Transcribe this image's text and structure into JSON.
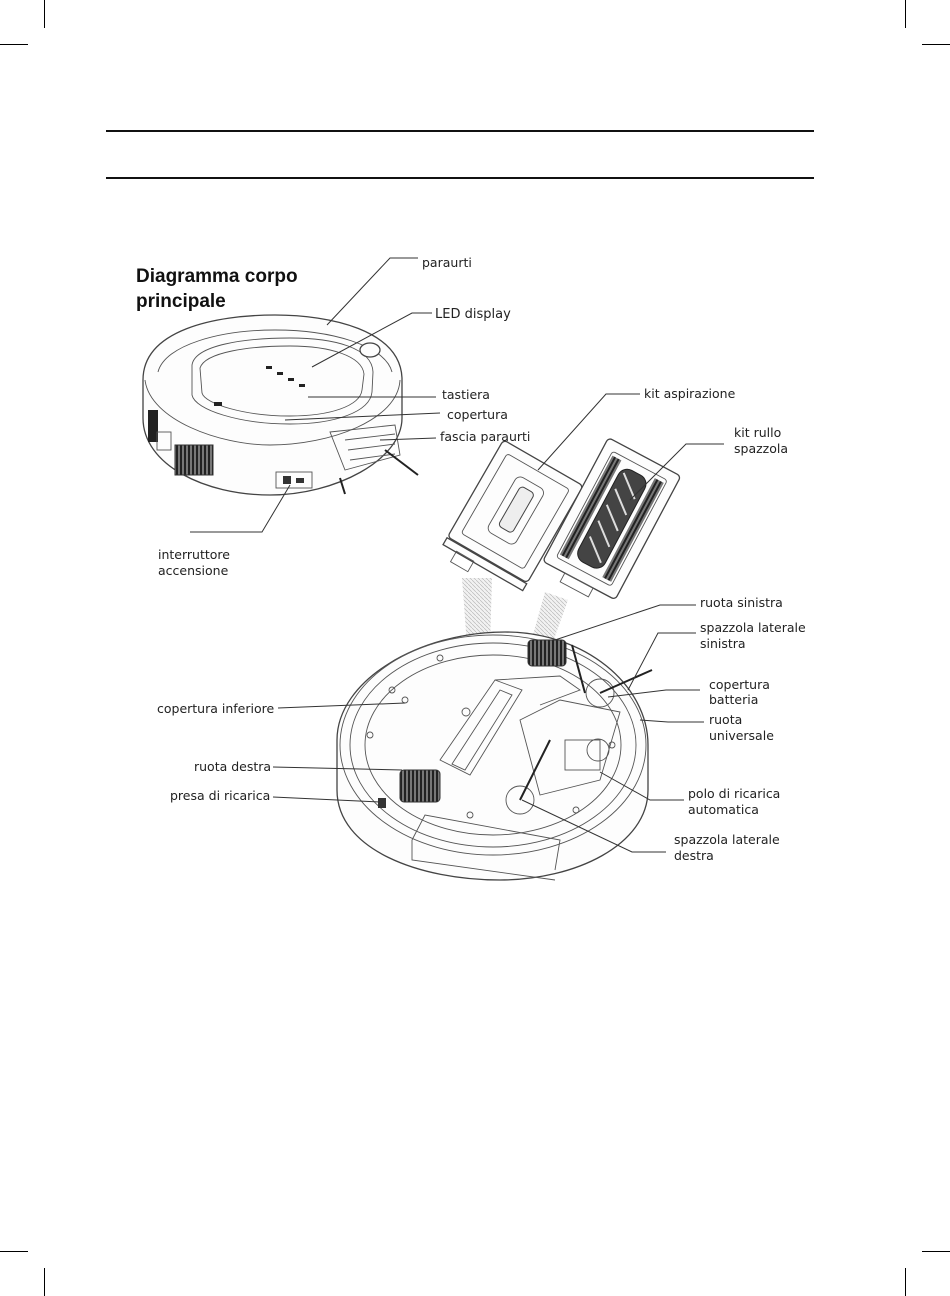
{
  "diagram": {
    "title_line1": "Diagramma corpo",
    "title_line2": "principale",
    "labels": {
      "paraurti": "paraurti",
      "led_display": "LED display",
      "tastiera": "tastiera",
      "copertura": "copertura",
      "fascia_paraurti": "fascia paraurti",
      "kit_aspirazione": "kit aspirazione",
      "kit_rullo_1": "kit rullo",
      "kit_rullo_2": "spazzola",
      "interruttore_1": "interruttore",
      "interruttore_2": "accensione",
      "ruota_sinistra": "ruota sinistra",
      "spazzola_lat_sin_1": "spazzola laterale",
      "spazzola_lat_sin_2": "sinistra",
      "copertura_batteria_1": "copertura",
      "copertura_batteria_2": "batteria",
      "ruota_universale_1": "ruota",
      "ruota_universale_2": "universale",
      "copertura_inferiore": "copertura inferiore",
      "ruota_destra": "ruota destra",
      "presa_ricarica": "presa di ricarica",
      "polo_ricarica_1": "polo di ricarica",
      "polo_ricarica_2": "automatica",
      "spazzola_lat_des_1": "spazzola laterale",
      "spazzola_lat_des_2": "destra"
    }
  }
}
